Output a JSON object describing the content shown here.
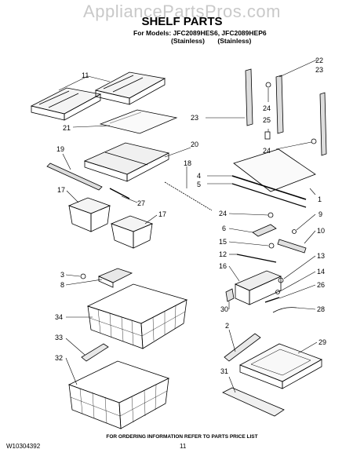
{
  "header": {
    "watermark": "AppliancePartsPros.com",
    "title": "SHELF PARTS",
    "models_line": "For Models: JFC2089HES6, JFC2089HEP6",
    "finish_labels": [
      "(Stainless)",
      "(Stainless)"
    ]
  },
  "footer": {
    "ordering_note": "FOR ORDERING INFORMATION REFER TO PARTS PRICE LIST",
    "document_number": "W10304392",
    "page_number": "11"
  },
  "callouts": [
    {
      "id": "c11",
      "text": "11"
    },
    {
      "id": "c21",
      "text": "21"
    },
    {
      "id": "c19",
      "text": "19"
    },
    {
      "id": "c20",
      "text": "20"
    },
    {
      "id": "c18",
      "text": "18"
    },
    {
      "id": "c17a",
      "text": "17"
    },
    {
      "id": "c27",
      "text": "27"
    },
    {
      "id": "c17b",
      "text": "17"
    },
    {
      "id": "c3",
      "text": "3"
    },
    {
      "id": "c8",
      "text": "8"
    },
    {
      "id": "c34",
      "text": "34"
    },
    {
      "id": "c33",
      "text": "33"
    },
    {
      "id": "c32",
      "text": "32"
    },
    {
      "id": "c22",
      "text": "22"
    },
    {
      "id": "c23a",
      "text": "23"
    },
    {
      "id": "c23b",
      "text": "23"
    },
    {
      "id": "c24a",
      "text": "24"
    },
    {
      "id": "c25",
      "text": "25"
    },
    {
      "id": "c24b",
      "text": "24"
    },
    {
      "id": "c4",
      "text": "4"
    },
    {
      "id": "c5",
      "text": "5"
    },
    {
      "id": "c1",
      "text": "1"
    },
    {
      "id": "c24c",
      "text": "24"
    },
    {
      "id": "c9",
      "text": "9"
    },
    {
      "id": "c6",
      "text": "6"
    },
    {
      "id": "c10",
      "text": "10"
    },
    {
      "id": "c15",
      "text": "15"
    },
    {
      "id": "c12",
      "text": "12"
    },
    {
      "id": "c13",
      "text": "13"
    },
    {
      "id": "c16",
      "text": "16"
    },
    {
      "id": "c14",
      "text": "14"
    },
    {
      "id": "c26",
      "text": "26"
    },
    {
      "id": "c30",
      "text": "30"
    },
    {
      "id": "c28",
      "text": "28"
    },
    {
      "id": "c2",
      "text": "2"
    },
    {
      "id": "c29",
      "text": "29"
    },
    {
      "id": "c31",
      "text": "31"
    }
  ]
}
